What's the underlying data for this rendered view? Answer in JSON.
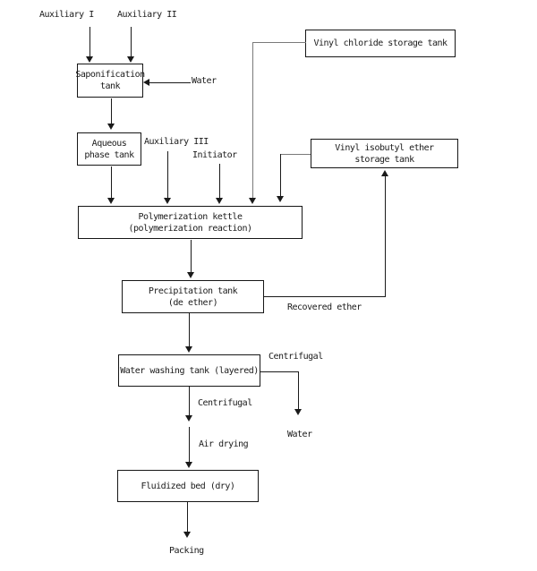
{
  "colors": {
    "background": "#ffffff",
    "line": "#1a1a1a",
    "feed_line_gray": "#7a7a7a",
    "box_border": "#161616"
  },
  "nodes": {
    "saponification": {
      "line1": "Saponification",
      "line2": "tank"
    },
    "aqueous_phase": {
      "line1": "Aqueous",
      "line2": "phase tank"
    },
    "vinyl_chloride": {
      "line1": "Vinyl chloride storage tank"
    },
    "vinyl_ether": {
      "line1": "Vinyl isobutyl ether",
      "line2": "storage tank"
    },
    "kettle": {
      "line1": "Polymerization kettle",
      "line2": "(polymerization reaction)"
    },
    "precipitation": {
      "line1": "Precipitation tank",
      "line2": "(de ether)"
    },
    "washing": {
      "line1": "Water washing tank (layered)"
    },
    "fluidized": {
      "line1": "Fluidized bed (dry)"
    }
  },
  "labels": {
    "auxiliary_i": "Auxiliary I",
    "auxiliary_ii": "Auxiliary II",
    "water_in": "Water",
    "auxiliary_iii": "Auxiliary III",
    "initiator": "Initiator",
    "recovered_ether": "Recovered ether",
    "centrifugal_upper": "Centrifugal",
    "centrifugal_lower": "Centrifugal",
    "air_drying": "Air drying",
    "water_out": "Water",
    "packing": "Packing"
  }
}
